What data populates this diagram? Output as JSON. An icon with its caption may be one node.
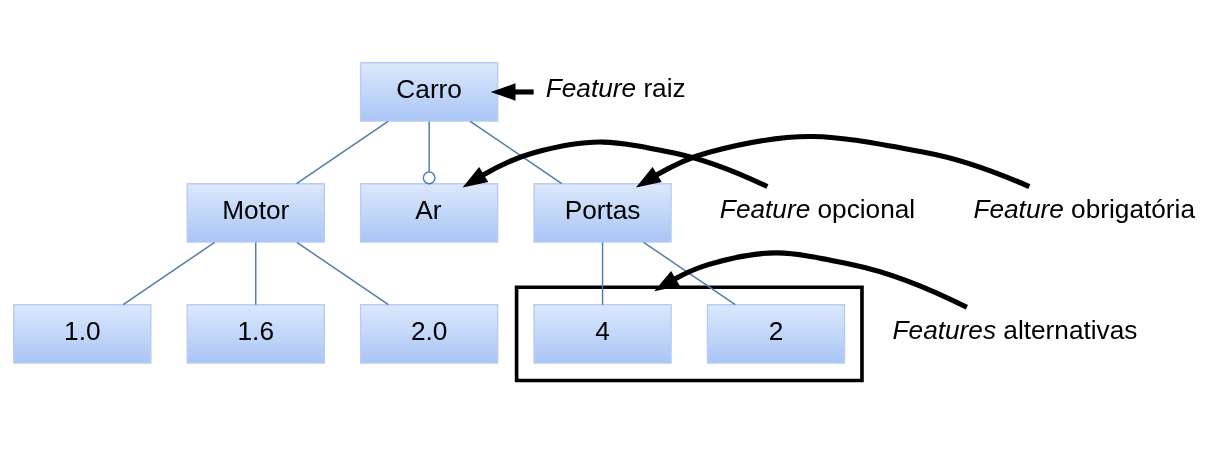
{
  "diagram": {
    "nodes": [
      {
        "text": [
          "Carro"
        ]
      },
      {
        "text": [
          "Motor"
        ]
      },
      {
        "text": [
          "Ar"
        ]
      },
      {
        "text": [
          "Portas"
        ]
      },
      {
        "text": [
          "1.0"
        ]
      },
      {
        "text": [
          "1.6"
        ]
      },
      {
        "text": [
          "2.0"
        ]
      },
      {
        "text": [],
        "shape": "box"
      },
      {
        "text": [
          "2"
        ],
        "in": 7
      },
      {
        "text": [
          "4"
        ],
        "in": 7
      },
      {
        "text": [
          "*Feature* raiz"
        ]
      },
      {
        "text": [
          "*Feature* opcional"
        ]
      },
      {
        "text": [
          "*Feature* obrigatória"
        ]
      },
      {
        "text": [
          "*Features* alternativas"
        ]
      }
    ],
    "edges": [
      {
        "from": 0,
        "to": 1,
        "arrow": "none"
      },
      {
        "from": 0,
        "to": 2,
        "arrow": "other"
      },
      {
        "from": 0,
        "to": 3,
        "arrow": "none"
      },
      {
        "from": 1,
        "to": 4,
        "arrow": "none"
      },
      {
        "from": 1,
        "to": 5,
        "arrow": "none"
      },
      {
        "from": 1,
        "to": 6,
        "arrow": "none"
      },
      {
        "from": 3,
        "to": 8,
        "arrow": "none"
      },
      {
        "from": 3,
        "to": 9,
        "arrow": "none"
      },
      {
        "from": 10,
        "to": 0,
        "arrow": "to",
        "style": "thick",
        "color": "#000000"
      },
      {
        "from": 11,
        "to": 2,
        "arrow": "to",
        "style": "thick",
        "color": "#000000"
      },
      {
        "from": 12,
        "to": 3,
        "arrow": "to",
        "style": "thick",
        "color": "#000000"
      },
      {
        "from": 13,
        "to": 7,
        "arrow": "to",
        "style": "thick",
        "color": "#000000"
      }
    ]
  }
}
